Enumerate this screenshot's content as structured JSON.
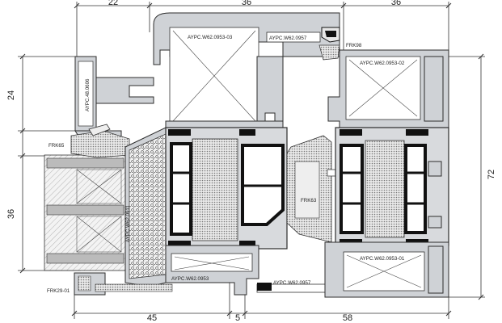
{
  "dimensions": {
    "top_left": "22",
    "top_middle": "36",
    "top_right": "36",
    "left_upper": "24",
    "left_lower": "36",
    "right": "72",
    "bottom_left": "45",
    "bottom_middle": "5",
    "bottom_right": "58"
  },
  "part_labels": {
    "profile_top_center": "AYPC.W62.0953-03",
    "profile_top_gasket": "AYPC.W62.0957",
    "gasket_frk98": "FRK98",
    "profile_top_right": "AYPC.W62.0953-02",
    "profile_left_vertical": "AYPC.48.0606",
    "gasket_frk65": "FRK65",
    "profile_left_lower": "AYPC.W62.0911",
    "gasket_frk63": "FRK63",
    "profile_bottom_center": "AYPC.W62.0953",
    "profile_bottom_gasket": "AYPC.W62.0957",
    "profile_bottom_right": "AYPC.W62.0953-01",
    "gasket_frk29": "FRK29-01"
  },
  "colors": {
    "aluminium": "#cfd2d6",
    "outline": "#2c2c2c",
    "thermal_break": "#111111",
    "foam": "#ffffff"
  }
}
